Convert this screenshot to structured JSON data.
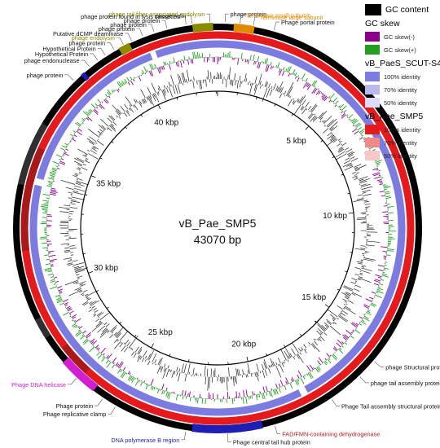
{
  "genome": {
    "name": "vB_Pae_SMP5",
    "length": "43070 bp"
  },
  "kbp_labels": [
    {
      "kb": 5,
      "label": "5 kbp"
    },
    {
      "kb": 10,
      "label": "10 kbp"
    },
    {
      "kb": 15,
      "label": "15 kbp"
    },
    {
      "kb": 20,
      "label": "20 kbp"
    },
    {
      "kb": 25,
      "label": "25 kbp"
    },
    {
      "kb": 30,
      "label": "30 kbp"
    },
    {
      "kb": 35,
      "label": "35 kbp"
    },
    {
      "kb": 40,
      "label": "40 kbp"
    }
  ],
  "legend": {
    "gc_content": {
      "label": "GC content",
      "color": "#000000"
    },
    "gc_skew_title": "GC skew",
    "gc_skew_neg": {
      "label": "GC skew(-)",
      "color": "#8B008B"
    },
    "gc_skew_pos": {
      "label": "GC skew(+)",
      "color": "#22A022"
    },
    "ref_title": "vB_PaeS_SCUT-S4",
    "ref_100": {
      "label": "100% identity",
      "color": "#7B7BE0"
    },
    "ref_70": {
      "label": "70% identity",
      "color": "#B9B9EE"
    },
    "ref_50": {
      "label": "50% identity",
      "color": "#DCDCF6"
    },
    "smp5_title": "vB_Pae_SMP5",
    "smp5_100": {
      "label": "100% identity",
      "color": "#E41A1C"
    },
    "smp5_70": {
      "label": "70% identity",
      "color": "#EE8A8A"
    },
    "smp5_50": {
      "label": "50% identity",
      "color": "#F6C8C8"
    }
  },
  "annotations": [
    {
      "text": "phage holin",
      "kb": -0.85,
      "color": "#111111"
    },
    {
      "text": "phage tail fiber-associated endolysin",
      "kb": -0.25,
      "color": "#8B8B00"
    },
    {
      "text": "phage protein found in lysis cassettes",
      "kb": -1.05,
      "color": "#111111"
    },
    {
      "text": "phage protein",
      "kb": 0.25,
      "color": "#111111"
    },
    {
      "text": "Terminase small subunit",
      "kb": 0.75,
      "color": "#E08A00"
    },
    {
      "text": "Terminase large subunit",
      "kb": 1.2,
      "color": "#E08A00"
    },
    {
      "text": "Phage portal protein",
      "kb": 1.9,
      "color": "#111111"
    },
    {
      "text": "phage protein",
      "kb": -1.7,
      "color": "#111111"
    },
    {
      "text": "phage protein",
      "kb": -2.15,
      "color": "#111111"
    },
    {
      "text": "phage protein",
      "kb": -2.55,
      "color": "#111111"
    },
    {
      "text": "Putative dCMP deaminase",
      "kb": -2.95,
      "color": "#111111"
    },
    {
      "text": "phage endolysin",
      "kb": -3.25,
      "color": "#8B8B00"
    },
    {
      "text": "phage protein",
      "kb": -3.6,
      "color": "#111111"
    },
    {
      "text": "Hypothetical Protein",
      "kb": -3.95,
      "color": "#111111"
    },
    {
      "text": "Hypothetical Protein",
      "kb": -4.25,
      "color": "#111111"
    },
    {
      "text": "phage endonuclease",
      "kb": -4.6,
      "color": "#111111"
    },
    {
      "text": "phage protein",
      "kb": -5.3,
      "color": "#111111"
    },
    {
      "text": "phage Structural protein",
      "kb": 15.6,
      "color": "#111111"
    },
    {
      "text": "phage tail assembly protein",
      "kb": 16.3,
      "color": "#111111"
    },
    {
      "text": "Phage Tail assembly structural protein",
      "kb": 17.5,
      "color": "#111111"
    },
    {
      "text": "FAD/FMN-containing dehydrogenase",
      "kb": 19.6,
      "color": "#B22222"
    },
    {
      "text": "Phage central tail hub protein",
      "kb": 21.2,
      "color": "#111111"
    },
    {
      "text": "DNA polymerase B region",
      "kb": 22.6,
      "color": "#1E1EB4"
    },
    {
      "text": "Phage replicative clamp",
      "kb": 25.1,
      "color": "#111111"
    },
    {
      "text": "Phage protein",
      "kb": 25.6,
      "color": "#111111"
    },
    {
      "text": "Phage DNA helicase",
      "kb": 26.7,
      "color": "#D01ED0"
    }
  ],
  "features": [
    {
      "start": -0.85,
      "end": -0.15,
      "color": "#8B8B00"
    },
    {
      "start": 0.55,
      "end": 1.25,
      "color": "#E08A00"
    },
    {
      "start": -3.45,
      "end": -3.05,
      "color": "#8B8B00"
    },
    {
      "start": -5.0,
      "end": -4.85,
      "color": "#1E1EB4"
    },
    {
      "start": 20.0,
      "end": 22.4,
      "color": "#1E1EB4"
    },
    {
      "start": 26.0,
      "end": 27.4,
      "color": "#D01ED0"
    }
  ],
  "lowlights": [
    {
      "track": "red",
      "start": 31.5,
      "end": 35.2
    },
    {
      "track": "red",
      "start": 26.6,
      "end": 27.8
    },
    {
      "track": "black",
      "start": 33.8,
      "end": 36.0
    },
    {
      "track": "black",
      "start": 28.4,
      "end": 29.1
    }
  ]
}
